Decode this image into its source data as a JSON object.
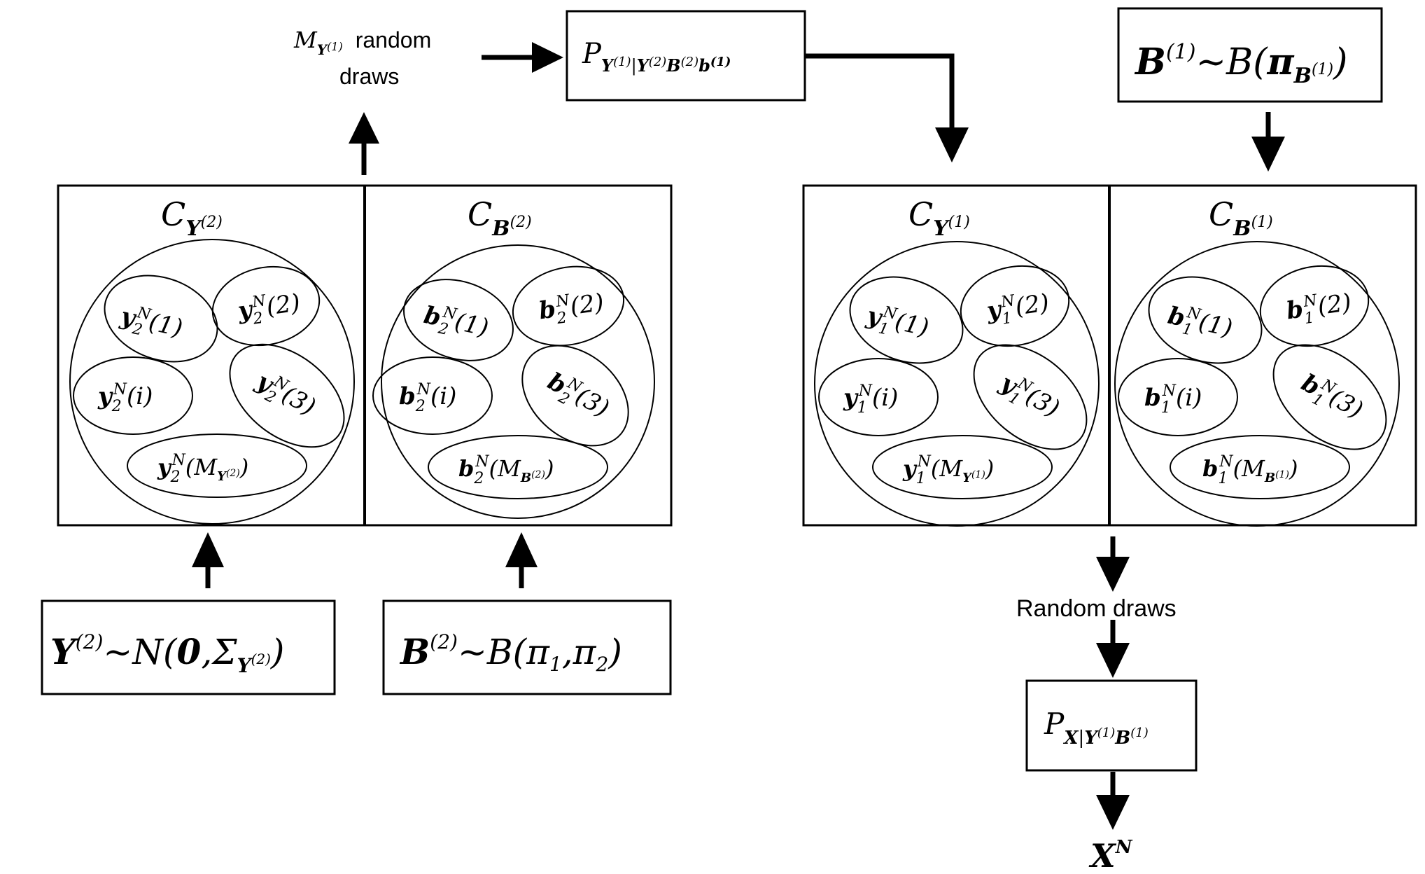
{
  "top": {
    "m_label_symbol": "M",
    "m_label_sub": "Y",
    "m_label_subsup": "(1)",
    "m_label_text1": "random",
    "m_label_text2": "draws",
    "p_top": {
      "p": "P",
      "sub": "Y",
      "sup1": "(1)",
      "bar": "|",
      "y2": "Y",
      "sup2": "(2)",
      "b2": "B",
      "sup3": "(2)",
      "b1": "b",
      "sup4": "(1)"
    },
    "b1_prior": {
      "B": "B",
      "sup": "(1)",
      "tilde": "~",
      "dist": "B(",
      "pi": "π",
      "sub": "B",
      "subsup": "(1)",
      "close": ")"
    }
  },
  "left_panel": {
    "cy": {
      "C": "C",
      "sub": "Y",
      "sup": "(2)"
    },
    "cb": {
      "C": "C",
      "sub": "B",
      "sup": "(2)"
    },
    "y_items": [
      {
        "base": "y",
        "sub": "2",
        "sup": "N",
        "arg": "(1)"
      },
      {
        "base": "y",
        "sub": "2",
        "sup": "N",
        "arg": "(2)"
      },
      {
        "base": "y",
        "sub": "2",
        "sup": "N",
        "arg": "(i)"
      },
      {
        "base": "y",
        "sub": "2",
        "sup": "N",
        "arg": "(3)"
      },
      {
        "base": "y",
        "sub": "2",
        "sup": "N",
        "arg": "(M",
        "argsub": "Y",
        "argsubsup": "(2)",
        "argclose": ")"
      }
    ],
    "b_items": [
      {
        "base": "b",
        "sub": "2",
        "sup": "N",
        "arg": "(1)"
      },
      {
        "base": "b",
        "sub": "2",
        "sup": "N",
        "arg": "(2)"
      },
      {
        "base": "b",
        "sub": "2",
        "sup": "N",
        "arg": "(i)"
      },
      {
        "base": "b",
        "sub": "2",
        "sup": "N",
        "arg": "(3)"
      },
      {
        "base": "b",
        "sub": "2",
        "sup": "N",
        "arg": "(M",
        "argsub": "B",
        "argsubsup": "(2)",
        "argclose": ")"
      }
    ],
    "y_prior": {
      "Y": "Y",
      "sup": "(2)",
      "rest": "~N(",
      "zero": "0",
      "comma": ",Σ",
      "sub": "Y",
      "subsup": "(2)",
      "close": ")"
    },
    "b_prior": {
      "B": "B",
      "sup": "(2)",
      "rest": "~B(π",
      "s1": "1",
      "mid": ",π",
      "s2": "2",
      "close": ")"
    }
  },
  "right_panel": {
    "cy": {
      "C": "C",
      "sub": "Y",
      "sup": "(1)"
    },
    "cb": {
      "C": "C",
      "sub": "B",
      "sup": "(1)"
    },
    "y_items": [
      {
        "base": "y",
        "sub": "1",
        "sup": "N",
        "arg": "(1)"
      },
      {
        "base": "y",
        "sub": "1",
        "sup": "N",
        "arg": "(2)"
      },
      {
        "base": "y",
        "sub": "1",
        "sup": "N",
        "arg": "(i)"
      },
      {
        "base": "y",
        "sub": "1",
        "sup": "N",
        "arg": "(3)"
      },
      {
        "base": "y",
        "sub": "1",
        "sup": "N",
        "arg": "(M",
        "argsub": "Y",
        "argsubsup": "(1)",
        "argclose": ")"
      }
    ],
    "b_items": [
      {
        "base": "b",
        "sub": "1",
        "sup": "N",
        "arg": "(1)"
      },
      {
        "base": "b",
        "sub": "1",
        "sup": "N",
        "arg": "(2)"
      },
      {
        "base": "b",
        "sub": "1",
        "sup": "N",
        "arg": "(i)"
      },
      {
        "base": "b",
        "sub": "1",
        "sup": "N",
        "arg": "(3)"
      },
      {
        "base": "b",
        "sub": "1",
        "sup": "N",
        "arg": "(M",
        "argsub": "B",
        "argsubsup": "(1)",
        "argclose": ")"
      }
    ]
  },
  "bottom": {
    "random_draws": "Random draws",
    "p_bottom": {
      "p": "P",
      "x": "X",
      "bar": "|",
      "y": "Y",
      "ysup": "(1)",
      "b": "B",
      "bsup": "(1)"
    },
    "output": {
      "X": "X",
      "sup": "N"
    }
  }
}
